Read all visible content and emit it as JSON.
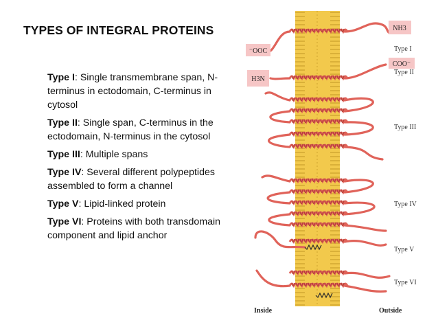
{
  "title": "TYPES OF INTEGRAL PROTEINS",
  "types": [
    {
      "label": "Type I",
      "desc": ": Single transmembrane span, N-terminus in ectodomain, C-terminus in cytosol"
    },
    {
      "label": "Type II",
      "desc": ": Single span, C-terminus in the ectodomain, N-terminus in the cytosol"
    },
    {
      "label": "Type III",
      "desc": ": Multiple spans"
    },
    {
      "label": "Type IV",
      "desc": ": Several different polypeptides assembled to form a channel"
    },
    {
      "label": "Type V",
      "desc": ": Lipid-linked protein"
    },
    {
      "label": "Type VI",
      "desc": ": Proteins with both transdomain component and lipid anchor"
    }
  ],
  "figure": {
    "type_labels": [
      "Type I",
      "Type II",
      "Type III",
      "Type IV",
      "Type V",
      "Type VI"
    ],
    "terminus_labels": {
      "nh3": "NH3",
      "ooc": "⁻OOC",
      "coo": "COO⁻",
      "h3n": "H3N"
    },
    "inside_label": "Inside",
    "outside_label": "Outside",
    "colors": {
      "membrane": "#f2c94c",
      "membrane_stroke": "#b58a1c",
      "protein": "#e0635a",
      "protein_dark": "#b8413b",
      "label_box": "#f6c6c6",
      "lipid": "#2b2b2b"
    }
  }
}
